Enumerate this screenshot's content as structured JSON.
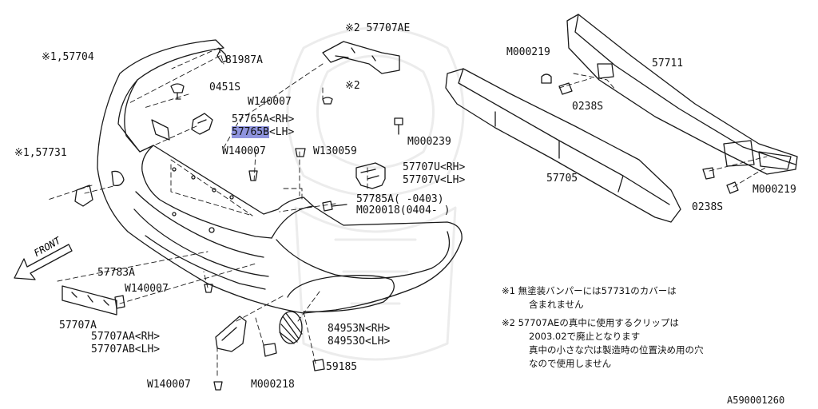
{
  "diagram_id": "A590001260",
  "front_label": "FRONT",
  "highlight_color": "#8f94de",
  "labels": {
    "l57704": "※1,57704",
    "l57731": "※1,57731",
    "l81987A": "81987A",
    "l0451S": "0451S",
    "l57765A": "57765A<RH>",
    "l57765B_code": "57765B",
    "l57765B_side": "<LH>",
    "lW140007a": "W140007",
    "lW140007b": "W140007",
    "lW130059": "W130059",
    "l57707AE": "※2 57707AE",
    "lStar2": "※2",
    "lM000239": "M000239",
    "l57707U": "57707U<RH>",
    "l57707V": "57707V<LH>",
    "l57785A": "57785A(    -0403)",
    "lM020018": "M020018(0404-    )",
    "l57705": "57705",
    "l57711": "57711",
    "lM000219a": "M000219",
    "l0238Sa": "0238S",
    "l0238Sb": "0238S",
    "lM000219b": "M000219",
    "l57783A": "57783A",
    "lW140007c": "W140007",
    "l57707A": "57707A",
    "l57707AA": "57707AA<RH>",
    "l57707AB": "57707AB<LH>",
    "lW140007d": "W140007",
    "lM000218": "M000218",
    "l59185": "59185",
    "l84953N": "84953N<RH>",
    "l84953O": "84953O<LH>"
  },
  "notes": {
    "n1_mark": "※1",
    "n1_line1": "無塗装バンパーには57731のカバーは",
    "n1_line2": "含まれません",
    "n2_mark": "※2",
    "n2_line1": "57707AEの真中に使用するクリップは",
    "n2_line2": "2003.02で廃止となります",
    "n2_line3": "真中の小さな穴は製造時の位置決め用の穴",
    "n2_line4": "なので使用しません"
  }
}
